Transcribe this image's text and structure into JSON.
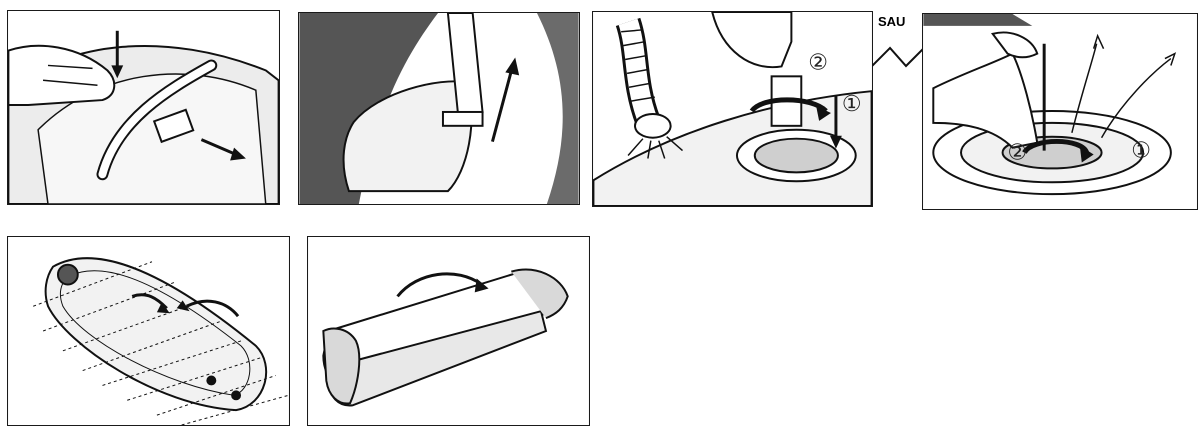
{
  "figure": {
    "separator_label": "SAU",
    "step_numbers": [
      "①",
      "②"
    ]
  },
  "colors": {
    "line": "#111111",
    "fill_light": "#f2f2f2",
    "fill_shade": "#d9d9d9",
    "fill_dark": "#555555"
  }
}
